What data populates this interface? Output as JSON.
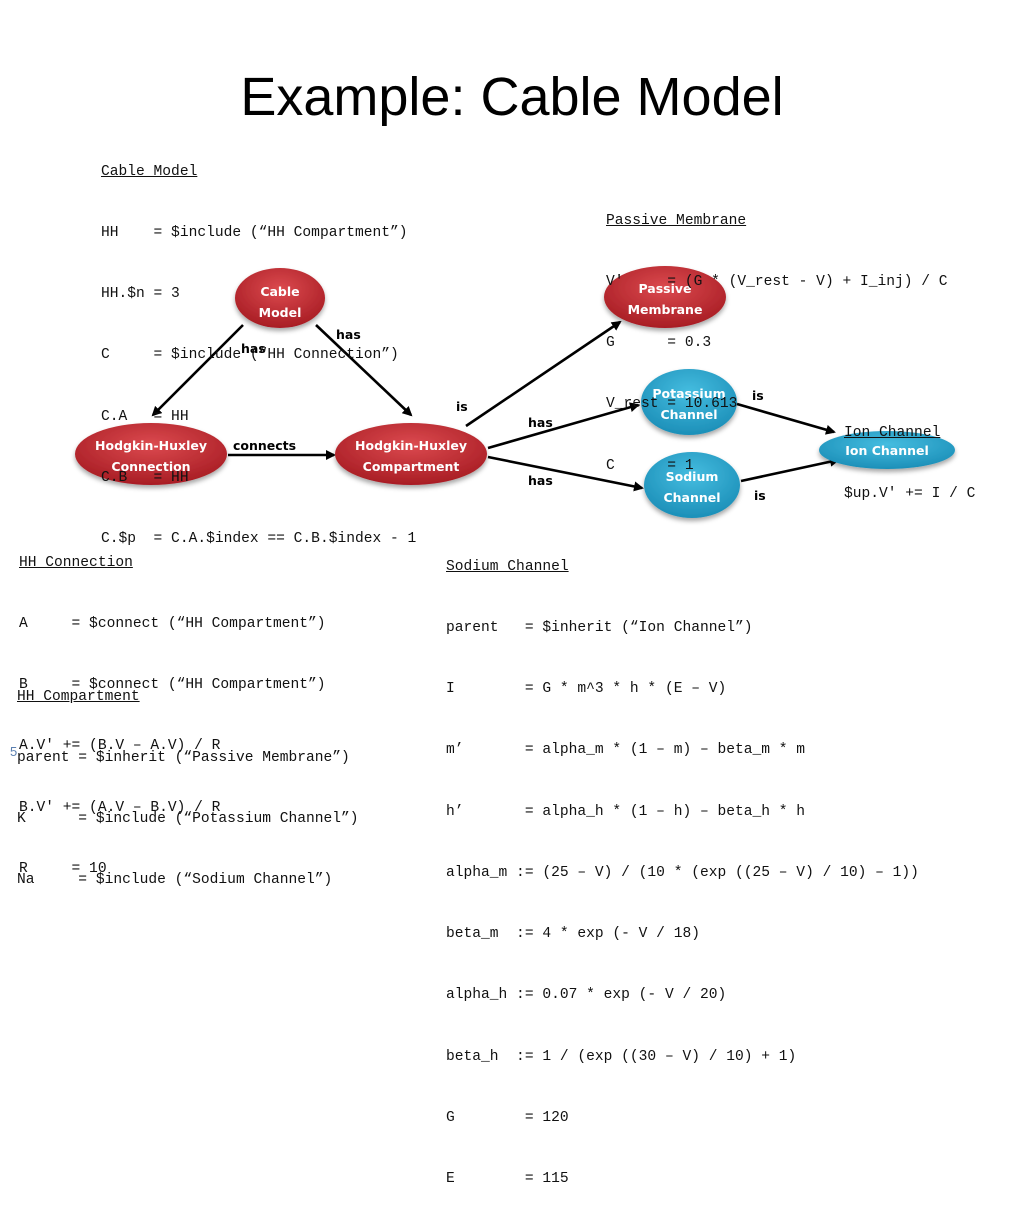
{
  "slide": {
    "title": "Example: Cable Model",
    "page_number": "5"
  },
  "colors": {
    "red_node": "#c0292f",
    "blue_node": "#2aa3c9",
    "edge": "#000000"
  },
  "nodes": {
    "cable_model": [
      "Cable",
      "Model"
    ],
    "hh_connection": [
      "Hodgkin-Huxley",
      "Connection"
    ],
    "hh_compartment": [
      "Hodgkin-Huxley",
      "Compartment"
    ],
    "passive_membrane": [
      "Passive",
      "Membrane"
    ],
    "potassium_channel": [
      "Potassium",
      "Channel"
    ],
    "sodium_channel": [
      "Sodium",
      "Channel"
    ],
    "ion_channel": [
      "Ion Channel"
    ]
  },
  "edges": {
    "cable_to_connection": "has",
    "cable_to_compartment": "has",
    "connection_to_compartment": "connects",
    "compartment_to_passive": "is",
    "compartment_to_potassium": "has",
    "compartment_to_sodium": "has",
    "potassium_to_ion": "is",
    "sodium_to_ion": "is"
  },
  "code_blocks": {
    "cable_model": {
      "header": "Cable Model",
      "lines": [
        "HH    = $include (“HH Compartment”)",
        "HH.$n = 3",
        "C     = $include (“HH Connection”)",
        "C.A   = HH",
        "C.B   = HH",
        "C.$p  = C.A.$index == C.B.$index - 1"
      ]
    },
    "passive_membrane": {
      "header": "Passive Membrane",
      "lines": [
        "V'     = (G * (V_rest - V) + I_inj) / C",
        "G      = 0.3",
        "V_rest = 10.613",
        "C      = 1"
      ]
    },
    "ion_channel": {
      "header": "Ion Channel",
      "lines": [
        "$up.V' += I / C"
      ]
    },
    "hh_connection": {
      "header": "HH Connection",
      "lines": [
        "A     = $connect (“HH Compartment”)",
        "B     = $connect (“HH Compartment”)",
        "A.V' += (B.V – A.V) / R",
        "B.V' += (A.V – B.V) / R",
        "R     = 10"
      ]
    },
    "hh_compartment": {
      "header": "HH Compartment",
      "lines": [
        "parent = $inherit (“Passive Membrane”)",
        "K      = $include (“Potassium Channel”)",
        "Na     = $include (“Sodium Channel”)"
      ]
    },
    "sodium_channel": {
      "header": "Sodium Channel",
      "lines": [
        "parent   = $inherit (“Ion Channel”)",
        "I        = G * m^3 * h * (E – V)",
        "m’       = alpha_m * (1 – m) – beta_m * m",
        "h’       = alpha_h * (1 – h) – beta_h * h",
        "alpha_m := (25 – V) / (10 * (exp ((25 – V) / 10) – 1))",
        "beta_m  := 4 * exp (- V / 18)",
        "alpha_h := 0.07 * exp (- V / 20)",
        "beta_h  := 1 / (exp ((30 – V) / 10) + 1)",
        "G        = 120",
        "E        = 115"
      ]
    }
  }
}
